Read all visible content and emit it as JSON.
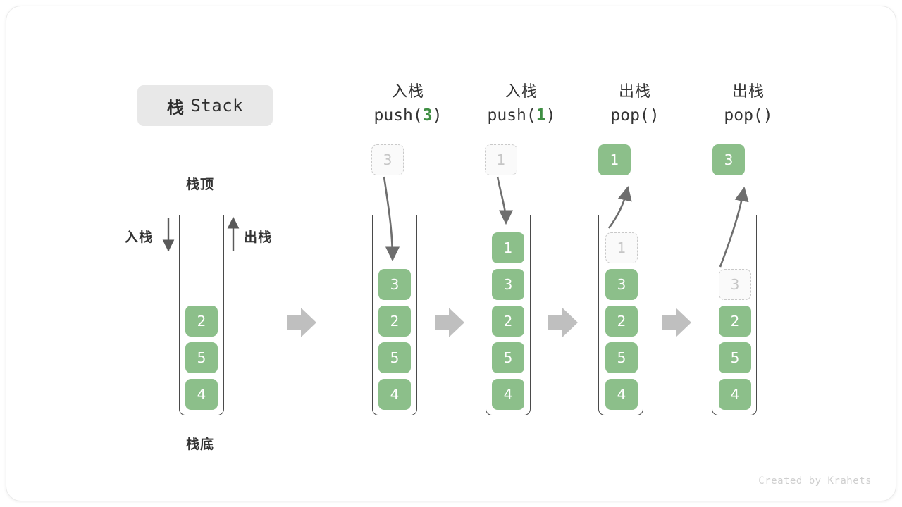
{
  "diagram": {
    "title_cn": "栈",
    "title_en": "Stack",
    "label_top": "栈顶",
    "label_bottom": "栈底",
    "label_push": "入栈",
    "label_pop": "出栈",
    "footer": "Created by Krahets",
    "colors": {
      "element_fill": "#8cbf8a",
      "element_text": "#ffffff",
      "ghost_fill": "#fafafa",
      "ghost_border": "#c9c9c9",
      "ghost_text": "#c6c6c6",
      "arrow": "#6e6e6e",
      "transition_arrow": "#bfbfbf",
      "tube_border": "#4a4a4a",
      "title_pill_bg": "#e8e8e8",
      "code_arg": "#3f8f43",
      "text": "#333333",
      "footer_text": "#cfcfcf",
      "card_border": "#ebebeb"
    },
    "columns": [
      {
        "id": "initial",
        "op_cn": "",
        "op_code": "",
        "op_arg": "",
        "stack": [
          "2",
          "5",
          "4"
        ],
        "float_box": null,
        "float_kind": null,
        "ghost_in_stack": null
      },
      {
        "id": "push-3",
        "op_cn": "入栈",
        "op_code_prefix": "push(",
        "op_arg": "3",
        "op_code_suffix": ")",
        "stack": [
          "3",
          "2",
          "5",
          "4"
        ],
        "float_box": "3",
        "float_kind": "ghost",
        "ghost_in_stack": null
      },
      {
        "id": "push-1",
        "op_cn": "入栈",
        "op_code_prefix": "push(",
        "op_arg": "1",
        "op_code_suffix": ")",
        "stack": [
          "1",
          "3",
          "2",
          "5",
          "4"
        ],
        "float_box": "1",
        "float_kind": "ghost",
        "ghost_in_stack": null
      },
      {
        "id": "pop-1",
        "op_cn": "出栈",
        "op_code_prefix": "pop(",
        "op_arg": "",
        "op_code_suffix": ")",
        "stack": [
          "1",
          "3",
          "2",
          "5",
          "4"
        ],
        "float_box": "1",
        "float_kind": "filled",
        "ghost_in_stack": "1"
      },
      {
        "id": "pop-3",
        "op_cn": "出栈",
        "op_code_prefix": "pop(",
        "op_arg": "",
        "op_code_suffix": ")",
        "stack": [
          "3",
          "2",
          "5",
          "4"
        ],
        "float_box": "3",
        "float_kind": "filled",
        "ghost_in_stack": "3"
      }
    ]
  }
}
